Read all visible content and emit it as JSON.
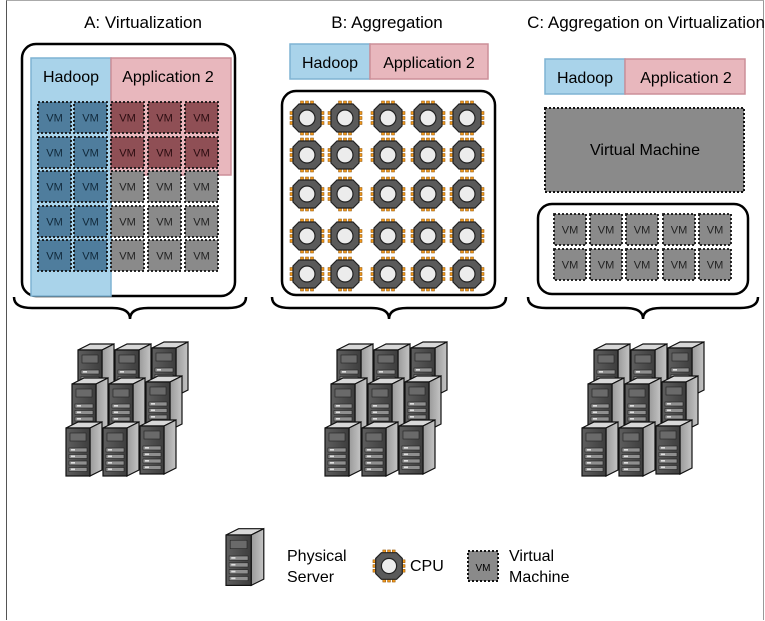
{
  "panels": {
    "a": {
      "title": "A: Virtualization",
      "hadoop": "Hadoop",
      "app2": "Application 2",
      "vm": "VM"
    },
    "b": {
      "title": "B: Aggregation",
      "hadoop": "Hadoop",
      "app2": "Application 2"
    },
    "c": {
      "title": "C: Aggregation on Virtualization",
      "hadoop": "Hadoop",
      "app2": "Application 2",
      "virtual_machine": "Virtual Machine",
      "vm": "VM"
    }
  },
  "legend": {
    "server_line1": "Physical",
    "server_line2": "Server",
    "cpu": "CPU",
    "vm_line1": "Virtual",
    "vm_line2": "Machine",
    "vm_icon": "VM"
  },
  "colors": {
    "hadoop": "#a9d3ea",
    "app2": "#e8b7bd",
    "hadoop_vm": "#4f7d9d",
    "app2_vm": "#8f4f55",
    "vm_gray": "#8a8a8a",
    "cpu_orange": "#f29a1f"
  },
  "icons": [
    "server-icon",
    "cpu-icon",
    "vm-icon",
    "curly-brace-icon"
  ]
}
